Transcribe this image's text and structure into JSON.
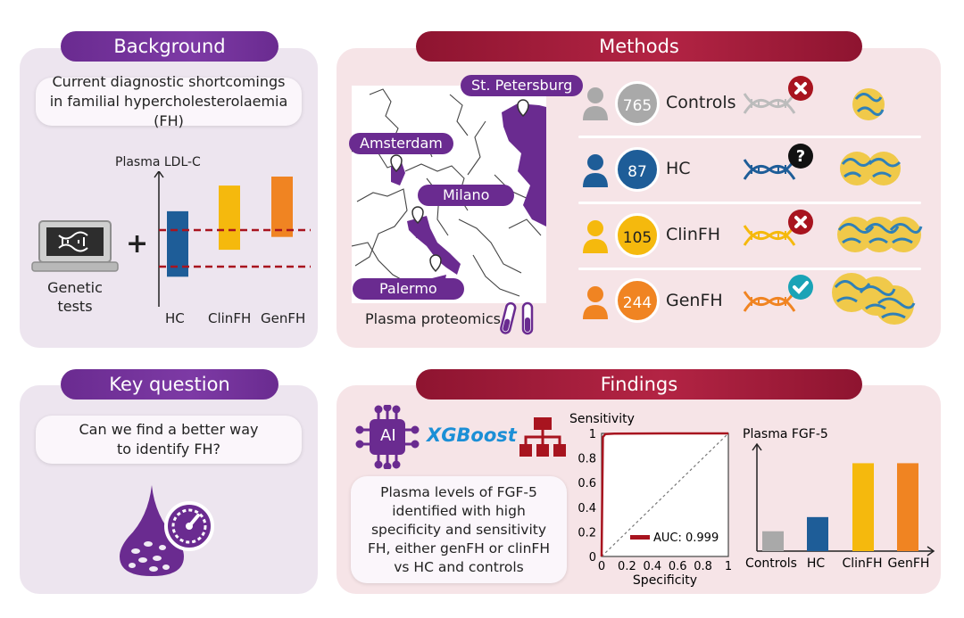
{
  "background": {
    "title": "Background",
    "shortcoming": "Current diagnostic shortcomings in familial hypercholesterolaemia (FH)",
    "genetic_tests": "Genetic tests",
    "plus": "+",
    "chart": {
      "ylabel": "Plasma LDL-C",
      "categories": [
        "HC",
        "ClinFH",
        "GenFH"
      ],
      "colors": [
        "#1e5d98",
        "#f5b90d",
        "#f08422"
      ]
    }
  },
  "methods": {
    "title": "Methods",
    "cities": [
      "St. Petersburg",
      "Amsterdam",
      "Milano",
      "Palermo"
    ],
    "plasma_proteomics": "Plasma proteomics",
    "groups": [
      {
        "count": "765",
        "label": "Controls",
        "color": "#a9a9a9",
        "dna_color": "#bcbcbc",
        "badge": "cross"
      },
      {
        "count": "87",
        "label": "HC",
        "color": "#1e5d98",
        "dna_color": "#1e5d98",
        "badge": "question"
      },
      {
        "count": "105",
        "label": "ClinFH",
        "color": "#f5b90d",
        "dna_color": "#f5b90d",
        "badge": "cross"
      },
      {
        "count": "244",
        "label": "GenFH",
        "color": "#f08422",
        "dna_color": "#f08422",
        "badge": "check"
      }
    ]
  },
  "key_question": {
    "title": "Key question",
    "question": "Can we find a better way to identify FH?"
  },
  "findings": {
    "title": "Findings",
    "ai_label": "AI",
    "model": "XGBoost",
    "finding": "Plasma levels of FGF-5 identified with high specificity and sensitivity FH, either genFH or clinFH vs HC and controls",
    "roc": {
      "type": "line",
      "ylabel": "Sensitivity",
      "xlabel": "Specificity",
      "ticks": [
        "0",
        "0.2",
        "0.4",
        "0.6",
        "0.8",
        "1"
      ],
      "legend": "AUC: 0.999",
      "xlim": [
        0,
        1
      ],
      "ylim": [
        0,
        1
      ],
      "curve_color": "#a8141f"
    },
    "fgf5": {
      "ylabel": "Plasma FGF-5",
      "categories": [
        "Controls",
        "HC",
        "ClinFH",
        "GenFH"
      ],
      "colors": [
        "#a9a9a9",
        "#1e5d98",
        "#f5b90d",
        "#f08422"
      ]
    }
  },
  "chart_data": [
    {
      "type": "line",
      "xlabel": "Specificity",
      "ylabel": "Sensitivity",
      "xlim": [
        0,
        1
      ],
      "ylim": [
        0,
        1
      ],
      "series": [
        {
          "name": "AUC: 0.999",
          "x": [
            0,
            0.01,
            0.03,
            0.1,
            0.5,
            1
          ],
          "y": [
            0,
            0.97,
            0.995,
            0.998,
            1,
            1
          ]
        }
      ]
    },
    {
      "type": "bar",
      "ylabel": "Plasma FGF-5",
      "categories": [
        "Controls",
        "HC",
        "ClinFH",
        "GenFH"
      ],
      "values": [
        0.21,
        0.36,
        0.93,
        0.93
      ]
    },
    {
      "type": "bar",
      "ylabel": "Plasma LDL-C",
      "categories": [
        "HC",
        "ClinFH",
        "GenFH"
      ],
      "series": [
        {
          "low": [
            0.22,
            0.43,
            0.53
          ],
          "high": [
            0.73,
            0.93,
            1.0
          ]
        }
      ]
    }
  ]
}
